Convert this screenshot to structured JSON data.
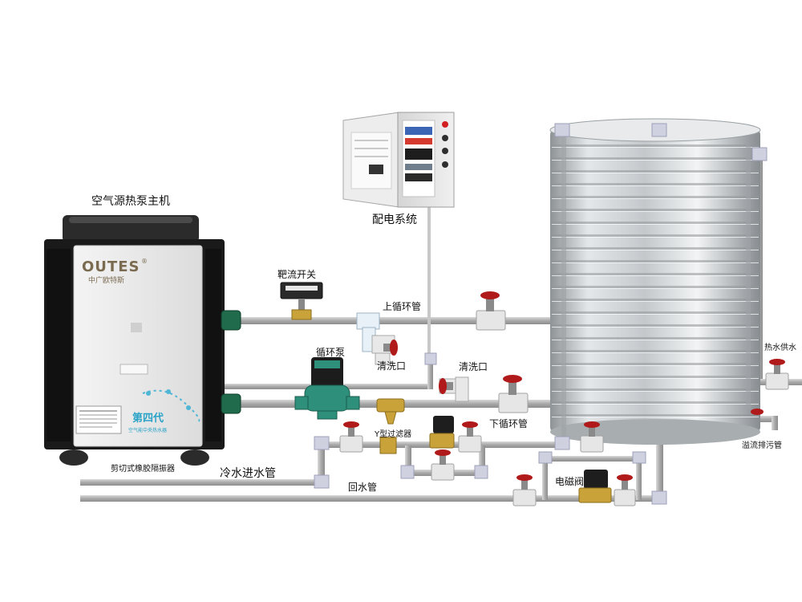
{
  "labels": {
    "heat_pump": "空气源热泵主机",
    "power_system": "配电系统",
    "flow_switch": "靶流开关",
    "upper_loop": "上循环管",
    "circ_pump": "循环泵",
    "clean_port_1": "清洗口",
    "clean_port_2": "清洗口",
    "lower_loop": "下循环管",
    "y_filter": "Y型过滤器",
    "isolator": "剪切式橡胶隔振器",
    "cold_inlet": "冷水进水管",
    "return_pipe": "回水管",
    "solenoid": "电磁阀",
    "hot_supply": "热水供水",
    "overflow": "溢流排污管"
  },
  "unit": {
    "brand": "OUTES",
    "brand_mark": "®",
    "sub_brand": "中广欧特斯",
    "badge": "第四代",
    "badge_sub": "空气能中央热水器"
  },
  "colors": {
    "pipe": "#b9b9b9",
    "pipe_fitting": "#e6e6e6",
    "valve_handle": "#b01a1a",
    "pump": "#2e8f7a",
    "brass": "#c9a23a",
    "cabinet": "#e9e9e9",
    "tank": "#cfd2d4",
    "unit_body": "#1a1a1a"
  }
}
